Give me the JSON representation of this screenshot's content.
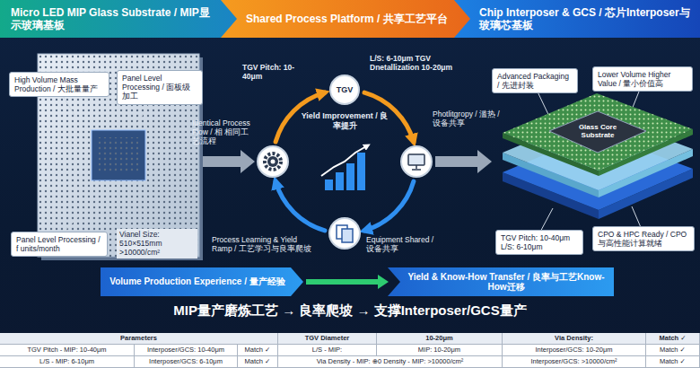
{
  "diagram": {
    "caption": "MIP量产磨炼工艺 → 良率爬坡 → 支撑Interposer/GCS量产",
    "nodes": [
      {
        "text": [
          "Micro LED MIP Glass Substrate / MIP显示玻璃基板"
        ]
      },
      {
        "text": [
          "Shared Process Platform / 共享工艺平台"
        ]
      },
      {
        "text": [
          "Chip Interposer & GCS / 芯片Interposer与玻璃芯基板"
        ]
      },
      {
        "text": [
          "High Volume Mass Production / 大批量量产"
        ]
      },
      {
        "text": [
          "Panel Level Processing / 面板级加工"
        ]
      },
      {
        "text": [
          "Panel Level Processing / f units/month"
        ]
      },
      {
        "text": [
          "TGV"
        ]
      },
      {
        "text": [
          "Advanced Packaging / 先进封装"
        ]
      },
      {
        "text": [
          "Lower Volume Higher Value / 量小价值高"
        ]
      },
      {
        "text": [
          "TGV Pitch: 10-40μm L/S: 6-10μm"
        ]
      },
      {
        "text": [
          "CPO & HPC Ready / CPO与高性能计算就绪"
        ]
      },
      {
        "text": [
          "Volume Production Experience / 量产经验"
        ]
      },
      {
        "text": [
          "Yield & Know-How Transfer / 良率与工艺Know-How迁移"
        ]
      }
    ],
    "edges": [
      {
        "from": 11,
        "to": 12,
        "arrow": "to"
      }
    ],
    "labels": [
      "Vianel Size: 510×515mm >10000/cm²",
      "Identical Process Flow / 相 相同工艺流程",
      "TGV Pitch: 10-40μm",
      "L/S: 6-10μm TGV Dnetallization 10-20μm",
      "Yield Improvement / 良率提升",
      "Photlitgropy / 滥热 / 设备共享",
      "Process Learning & Yield Ramp / 工艺学习与良率爬坡",
      "Equipment Shared / 设备共享",
      "Glass Core Substrate",
      "Parameters",
      "TGV Diameter",
      "10-20μm",
      "Via Density:",
      "Match ✓",
      "TGV Pitch - MIP: 10-40μm",
      "Interposer/GCS: 10-40μm",
      "Match ✓",
      "L/S - MIP:",
      "MIP: 10-20μm",
      "Interposer/GCS: 10-20μm",
      "Match ✓",
      "L/S - MIP: 6-10μm",
      "Interposer/GCS: 6-10μm",
      "Match ✓",
      "Via Density - MIP: ⊕0 Density - MIP: >10000/cm²",
      "Interposer/GCS: >10000/cm²",
      "Match ✓"
    ]
  }
}
